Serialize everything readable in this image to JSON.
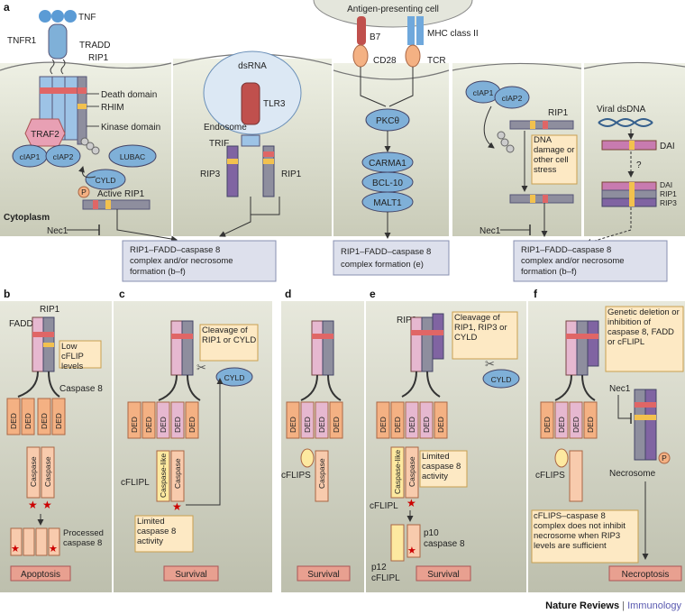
{
  "panel_letters": {
    "a": "a",
    "b": "b",
    "c": "c",
    "d": "d",
    "e": "e",
    "f": "f"
  },
  "top": {
    "apc": "Antigen-presenting cell",
    "cytoplasm": "Cytoplasm",
    "tnf": "TNF",
    "tnfr1": "TNFR1",
    "tradd": "TRADD",
    "rip1": "RIP1",
    "death_domain": "Death domain",
    "rhim": "RHIM",
    "kinase_domain": "Kinase domain",
    "traf2": "TRAF2",
    "ciap1": "cIAP1",
    "ciap2": "cIAP2",
    "lubac": "LUBAC",
    "cyld": "CYLD",
    "p": "P",
    "active_rip1": "Active RIP1",
    "nec1": "Nec1",
    "dsrna": "dsRNA",
    "tlr3": "TLR3",
    "endosome": "Endosome",
    "trif": "TRIF",
    "rip3": "RIP3",
    "b7": "B7",
    "cd28": "CD28",
    "mhc": "MHC class II",
    "tcr": "TCR",
    "pkc": "PKCθ",
    "carma1": "CARMA1",
    "bcl10": "BCL-10",
    "malt1": "MALT1",
    "dna_damage": "DNA damage or other cell stress",
    "viral_dsdna": "Viral dsDNA",
    "dai": "DAI",
    "question": "?",
    "box1_l1": "RIP1–FADD–caspase 8",
    "box1_l2": "complex and/or necrosome",
    "box1_l3": "formation (b–f)",
    "box2_l1": "RIP1–FADD–caspase 8",
    "box2_l2": "complex formation (e)",
    "box3_l1": "RIP1–FADD–caspase 8",
    "box3_l2": "complex and/or necrosome",
    "box3_l3": "formation (b–f)"
  },
  "b": {
    "fadd": "FADD",
    "rip1": "RIP1",
    "low_cflip": "Low cFLIP levels",
    "caspase8": "Caspase 8",
    "ded": "DED",
    "caspase": "Caspase",
    "processed": "Processed caspase 8",
    "outcome": "Apoptosis"
  },
  "c": {
    "cleavage": "Cleavage of RIP1 or CYLD",
    "cyld": "CYLD",
    "ded": "DED",
    "cflipl": "cFLIPL",
    "caspase_like": "Caspase-like",
    "caspase": "Caspase",
    "limited": "Limited caspase 8 activity",
    "outcome": "Survival"
  },
  "d": {
    "ded": "DED",
    "cflips": "cFLIPS",
    "caspase": "Caspase",
    "outcome": "Survival"
  },
  "e": {
    "rip3": "RIP3",
    "cleavage": "Cleavage of RIP1, RIP3 or CYLD",
    "cyld": "CYLD",
    "ded": "DED",
    "caspase_like": "Caspase-like",
    "caspase": "Caspase",
    "limited": "Limited caspase 8 activity",
    "cflipl": "cFLIPL",
    "p10": "p10",
    "caspase8": "caspase 8",
    "p12": "p12",
    "cflipl2": "cFLIPL",
    "outcome": "Survival"
  },
  "f": {
    "genetic": "Genetic deletion or inhibition of caspase 8, FADD or cFLIPL",
    "nec1": "Nec1",
    "ded": "DED",
    "cflips": "cFLIPS",
    "p": "P",
    "necrosome": "Necrosome",
    "note": "cFLIPS–caspase 8 complex does not inhibit necrosome when RIP3 levels are sufficient",
    "outcome": "Necroptosis"
  },
  "footer": {
    "journal": "Nature Reviews",
    "sep": " | ",
    "section": "Immunology"
  }
}
